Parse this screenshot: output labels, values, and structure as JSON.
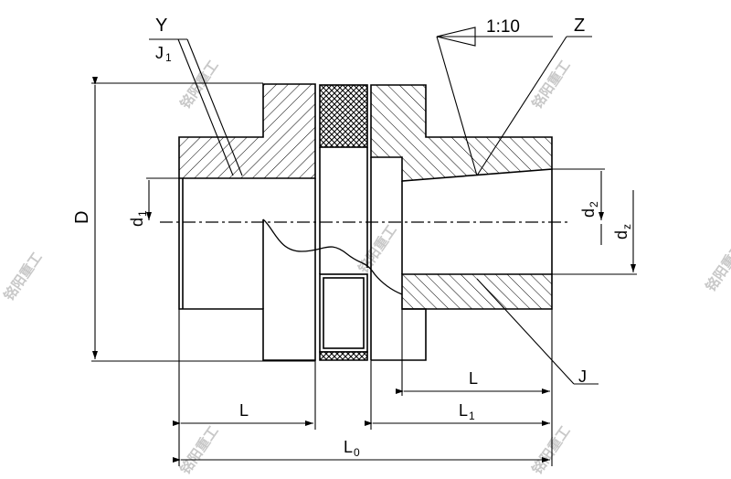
{
  "labels": {
    "Y": "Y",
    "J1": "J",
    "J1_sub": "1",
    "taper": "1:10",
    "Z": "Z",
    "D": "D",
    "d1": "d",
    "d1_sub": "1",
    "d2": "d",
    "d2_sub": "2",
    "dz": "d",
    "dz_sub": "z",
    "J": "J",
    "L_right": "L",
    "L1": "L",
    "L1_sub": "1",
    "L_left": "L",
    "L0": "L",
    "L0_sub": "0"
  },
  "watermark": "铭阳重工"
}
